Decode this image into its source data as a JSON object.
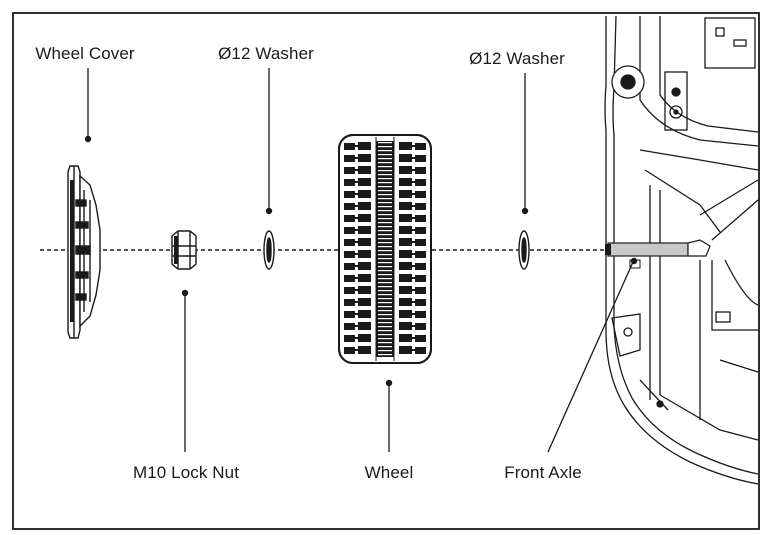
{
  "labels": {
    "wheel_cover": "Wheel Cover",
    "washer_left": "Ø12 Washer",
    "washer_right": "Ø12 Washer",
    "lock_nut": "M10 Lock Nut",
    "wheel": "Wheel",
    "front_axle": "Front Axle"
  },
  "colors": {
    "line": "#1a1a1a",
    "axle": "#c8c8c8",
    "background": "#ffffff"
  }
}
